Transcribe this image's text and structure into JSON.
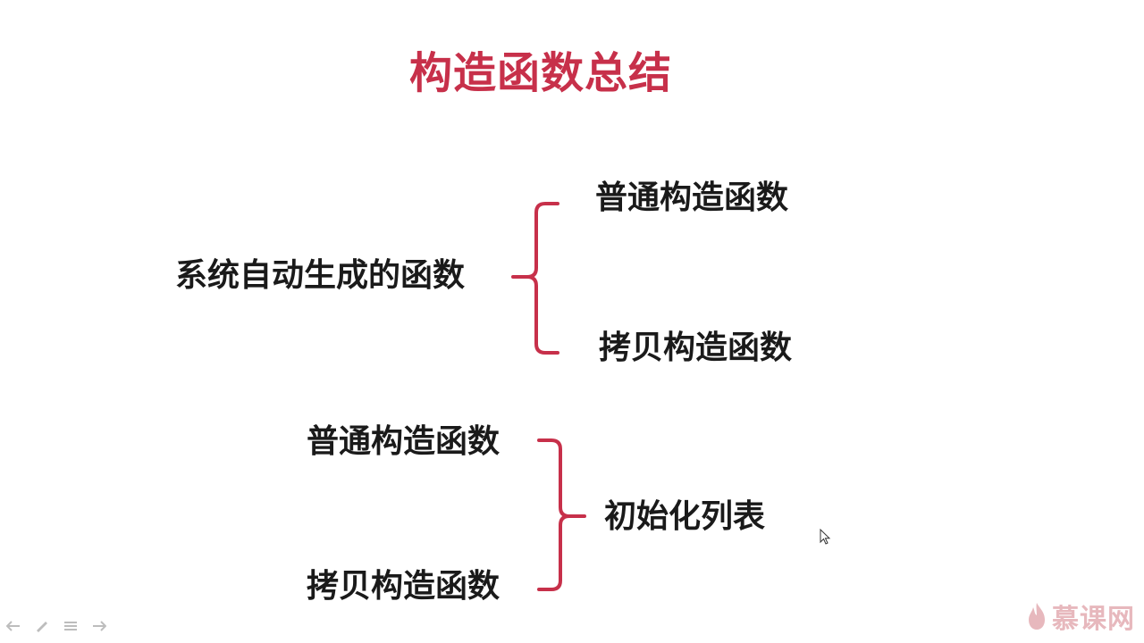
{
  "title": "构造函数总结",
  "colors": {
    "accent": "#c7304a",
    "text": "#1a1a1a",
    "watermark": "#e7b8bd"
  },
  "group1": {
    "left": "系统自动生成的函数",
    "right_top": "普通构造函数",
    "right_bottom": "拷贝构造函数"
  },
  "group2": {
    "left_top": "普通构造函数",
    "left_bottom": "拷贝构造函数",
    "right": "初始化列表"
  },
  "toolbar": {
    "icons": [
      "back-arrow-icon",
      "pen-icon",
      "menu-icon",
      "forward-arrow-icon"
    ]
  },
  "watermark": {
    "text": "慕课网",
    "icon": "flame-logo-icon"
  }
}
